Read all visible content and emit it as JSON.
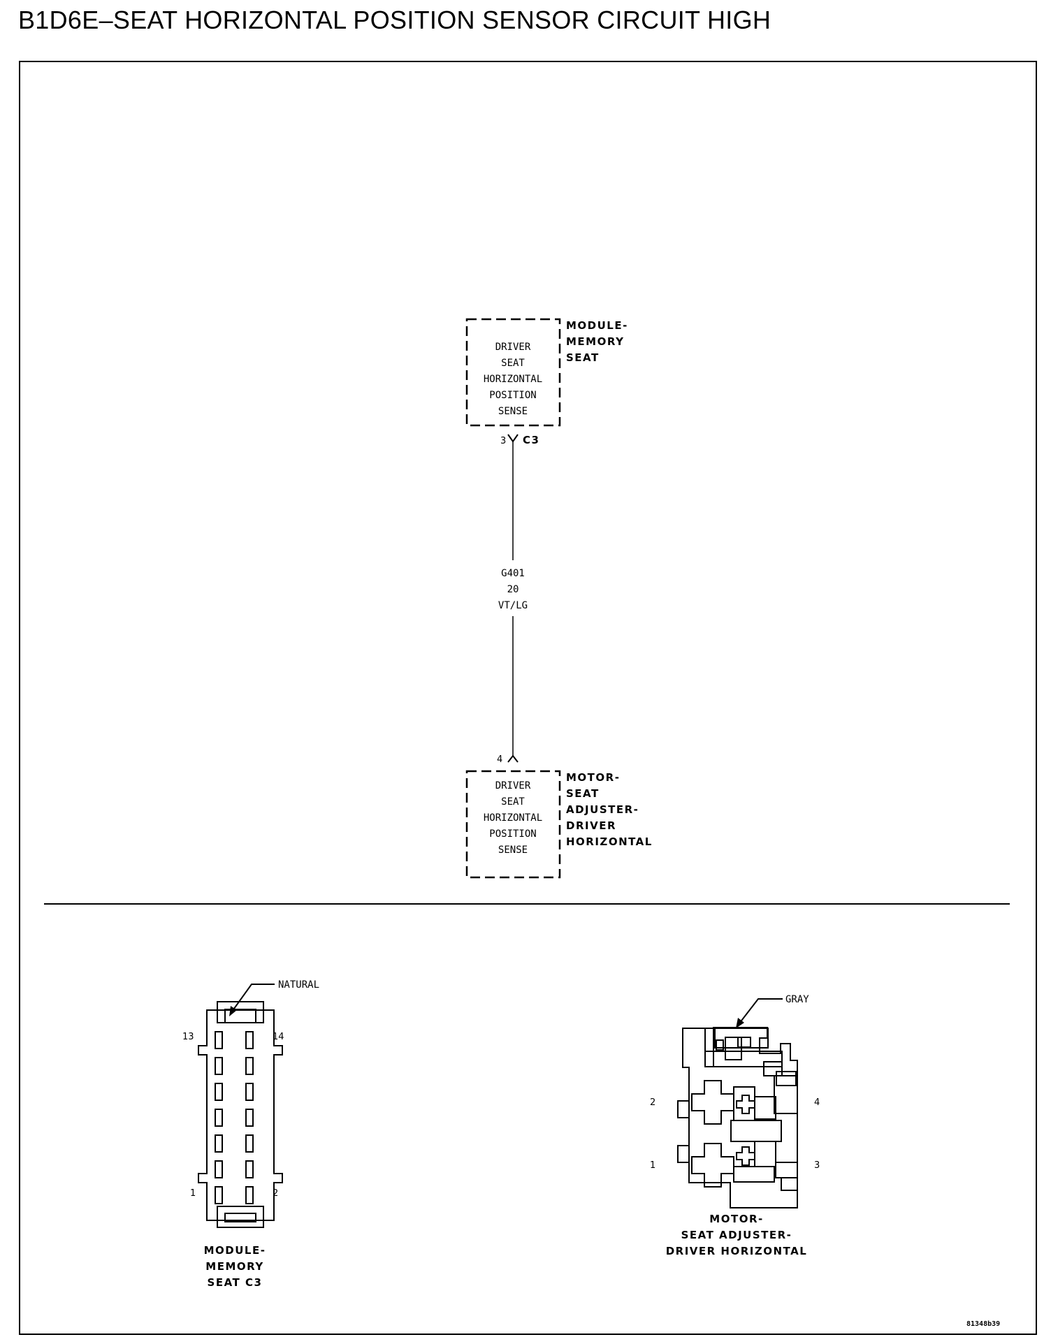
{
  "title": "B1D6E–SEAT HORIZONTAL POSITION SENSOR CIRCUIT HIGH",
  "module_box": {
    "lines": [
      "DRIVER",
      "SEAT",
      "HORIZONTAL",
      "POSITION",
      "SENSE"
    ],
    "component": [
      "MODULE-",
      "MEMORY",
      "SEAT"
    ],
    "pin": "3",
    "connector": "C3"
  },
  "wire": {
    "circuit": "G401",
    "gauge": "20",
    "color": "VT/LG"
  },
  "motor_box": {
    "lines": [
      "DRIVER",
      "SEAT",
      "HORIZONTAL",
      "POSITION",
      "SENSE"
    ],
    "component": [
      "MOTOR-",
      "SEAT",
      "ADJUSTER-",
      "DRIVER",
      "HORIZONTAL"
    ],
    "pin": "4"
  },
  "connector_left": {
    "color_label": "NATURAL",
    "pin_top_left": "13",
    "pin_top_right": "14",
    "pin_bottom_left": "1",
    "pin_bottom_right": "2",
    "caption": [
      "MODULE-",
      "MEMORY",
      "SEAT C3"
    ]
  },
  "connector_right": {
    "color_label": "GRAY",
    "pin_2": "2",
    "pin_4": "4",
    "pin_1": "1",
    "pin_3": "3",
    "caption": [
      "MOTOR-",
      "SEAT ADJUSTER-",
      "DRIVER HORIZONTAL"
    ]
  },
  "figure_id": "81348b39"
}
